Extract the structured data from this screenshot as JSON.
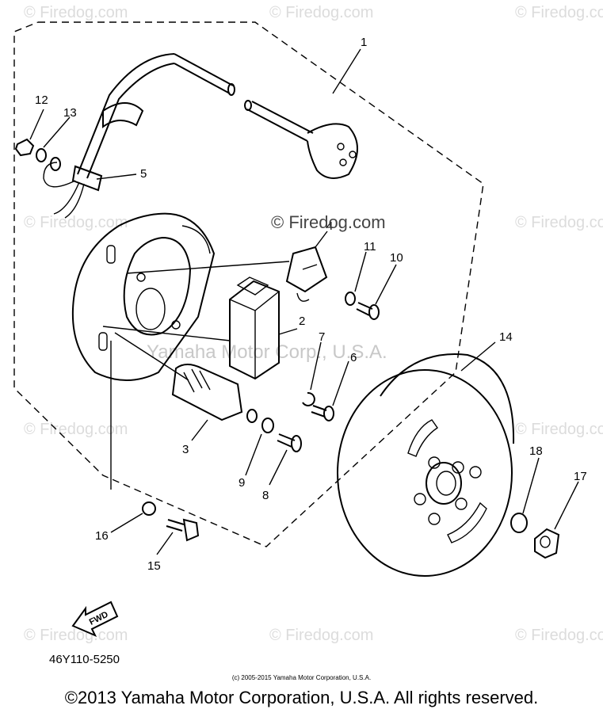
{
  "diagram": {
    "part_numbers": [
      "1",
      "2",
      "3",
      "4",
      "5",
      "6",
      "7",
      "8",
      "9",
      "10",
      "11",
      "12",
      "13",
      "14",
      "15",
      "16",
      "17",
      "18"
    ],
    "drawing_code": "46Y110-5250",
    "fwd_label": "FWD",
    "watermark_site": "© Firedog.com",
    "watermark_center": "Yamaha Motor Corp., U.S.A."
  },
  "footer": {
    "small_copyright": "(c) 2005-2015 Yamaha Motor Corporation, U.S.A.",
    "main_copyright": "©2013 Yamaha Motor Corporation, U.S.A. All rights reserved."
  }
}
